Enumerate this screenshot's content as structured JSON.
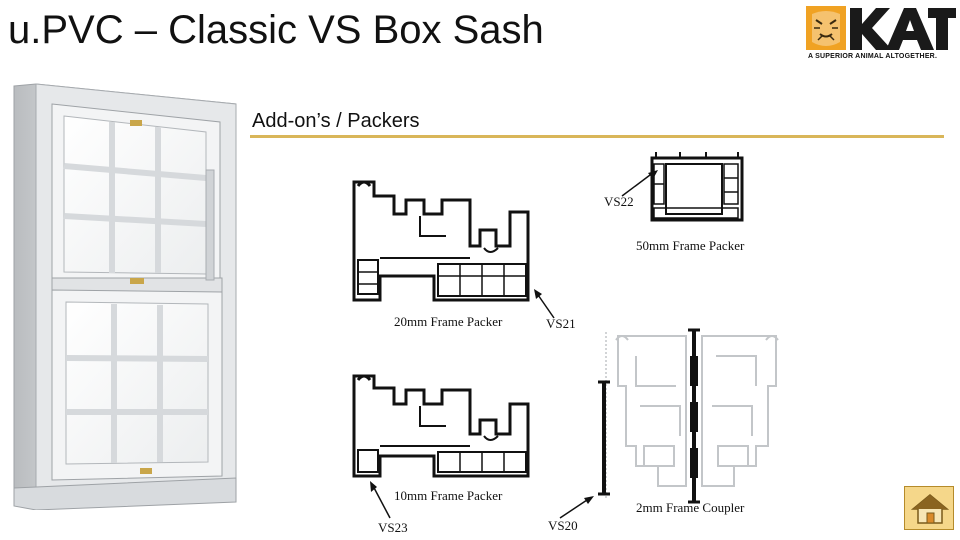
{
  "slide": {
    "title": "u.PVC – Classic VS Box Sash",
    "subtitle": "Add-on’s / Packers"
  },
  "logo": {
    "name": "KAT",
    "tagline": "A SUPERIOR ANIMAL ALTOGETHER."
  },
  "labels": {
    "vs22": "VS22",
    "packer_50mm": "50mm Frame Packer",
    "packer_20mm": "20mm Frame Packer",
    "vs21": "VS21",
    "packer_10mm": "10mm Frame Packer",
    "vs23": "VS23",
    "vs20": "VS20",
    "coupler_2mm": "2mm Frame Coupler"
  },
  "colors": {
    "accent_rule": "#d9b659",
    "logo_orange": "#f0a223",
    "home_button": "#f5d78a"
  },
  "icons": {
    "home": "home-icon"
  }
}
